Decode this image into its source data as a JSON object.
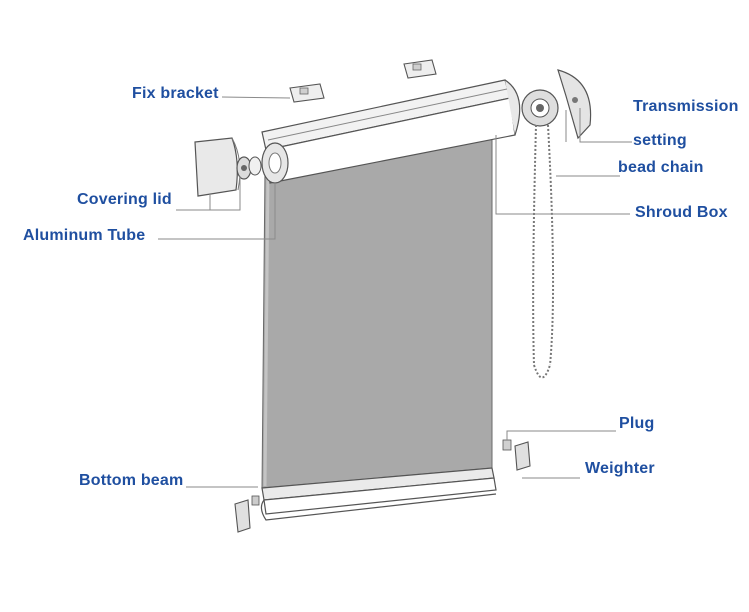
{
  "diagram": {
    "labels": {
      "fix_bracket": "Fix bracket",
      "transmission": "Transmission",
      "setting": "setting",
      "bead_chain": "bead chain",
      "covering_lid": "Covering lid",
      "shroud_box": "Shroud Box",
      "aluminum_tube": "Aluminum Tube",
      "plug": "Plug",
      "weighter": "Weighter",
      "bottom_beam": "Bottom beam"
    },
    "colors": {
      "label_text": "#1f4fa0",
      "leader_line": "#8a8a8a",
      "fabric": "#a9a9a9",
      "outline": "#555555"
    }
  }
}
